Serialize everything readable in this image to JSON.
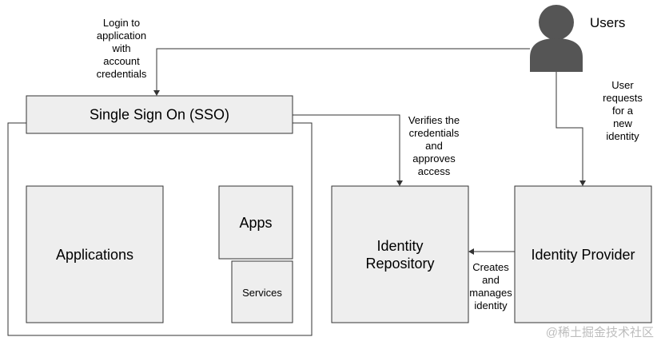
{
  "users": {
    "label": "Users"
  },
  "boxes": {
    "sso": "Single Sign On (SSO)",
    "applications": "Applications",
    "apps": "Apps",
    "services": "Services",
    "identity_repository": [
      "Identity",
      "Repository"
    ],
    "identity_provider": "Identity Provider"
  },
  "annotations": {
    "login": [
      "Login to",
      "application",
      "with",
      "account",
      "credentials"
    ],
    "verifies": [
      "Verifies the",
      "credentials",
      "and",
      "approves",
      "access"
    ],
    "requests": [
      "User",
      "requests",
      "for a",
      "new",
      "identity"
    ],
    "creates": [
      "Creates",
      "and",
      "manages",
      "identity"
    ]
  },
  "watermark": "@稀土掘金技术社区",
  "colors": {
    "box_fill": "#eeeeee",
    "stroke": "#333333",
    "user_icon": "#555555",
    "watermark": "#bdbdbd"
  }
}
